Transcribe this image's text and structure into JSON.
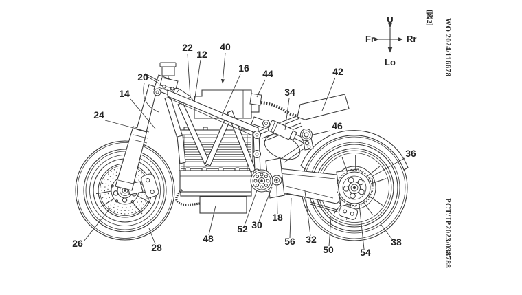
{
  "document": {
    "figure_tag": "[図2]",
    "publication_number": "WO 2024/116678",
    "application_number": "PCT/JP2023/038788"
  },
  "compass": {
    "up_label": "U",
    "down_label": "Lo",
    "front_label": "Fr",
    "rear_label": "Rr"
  },
  "figure": {
    "reference_numerals": [
      {
        "ref": "12"
      },
      {
        "ref": "14"
      },
      {
        "ref": "16"
      },
      {
        "ref": "18"
      },
      {
        "ref": "20"
      },
      {
        "ref": "22"
      },
      {
        "ref": "24"
      },
      {
        "ref": "26"
      },
      {
        "ref": "28"
      },
      {
        "ref": "30"
      },
      {
        "ref": "32"
      },
      {
        "ref": "34"
      },
      {
        "ref": "36"
      },
      {
        "ref": "38"
      },
      {
        "ref": "40"
      },
      {
        "ref": "42"
      },
      {
        "ref": "44"
      },
      {
        "ref": "46"
      },
      {
        "ref": "48"
      },
      {
        "ref": "50"
      },
      {
        "ref": "52"
      },
      {
        "ref": "54"
      },
      {
        "ref": "56"
      }
    ]
  }
}
